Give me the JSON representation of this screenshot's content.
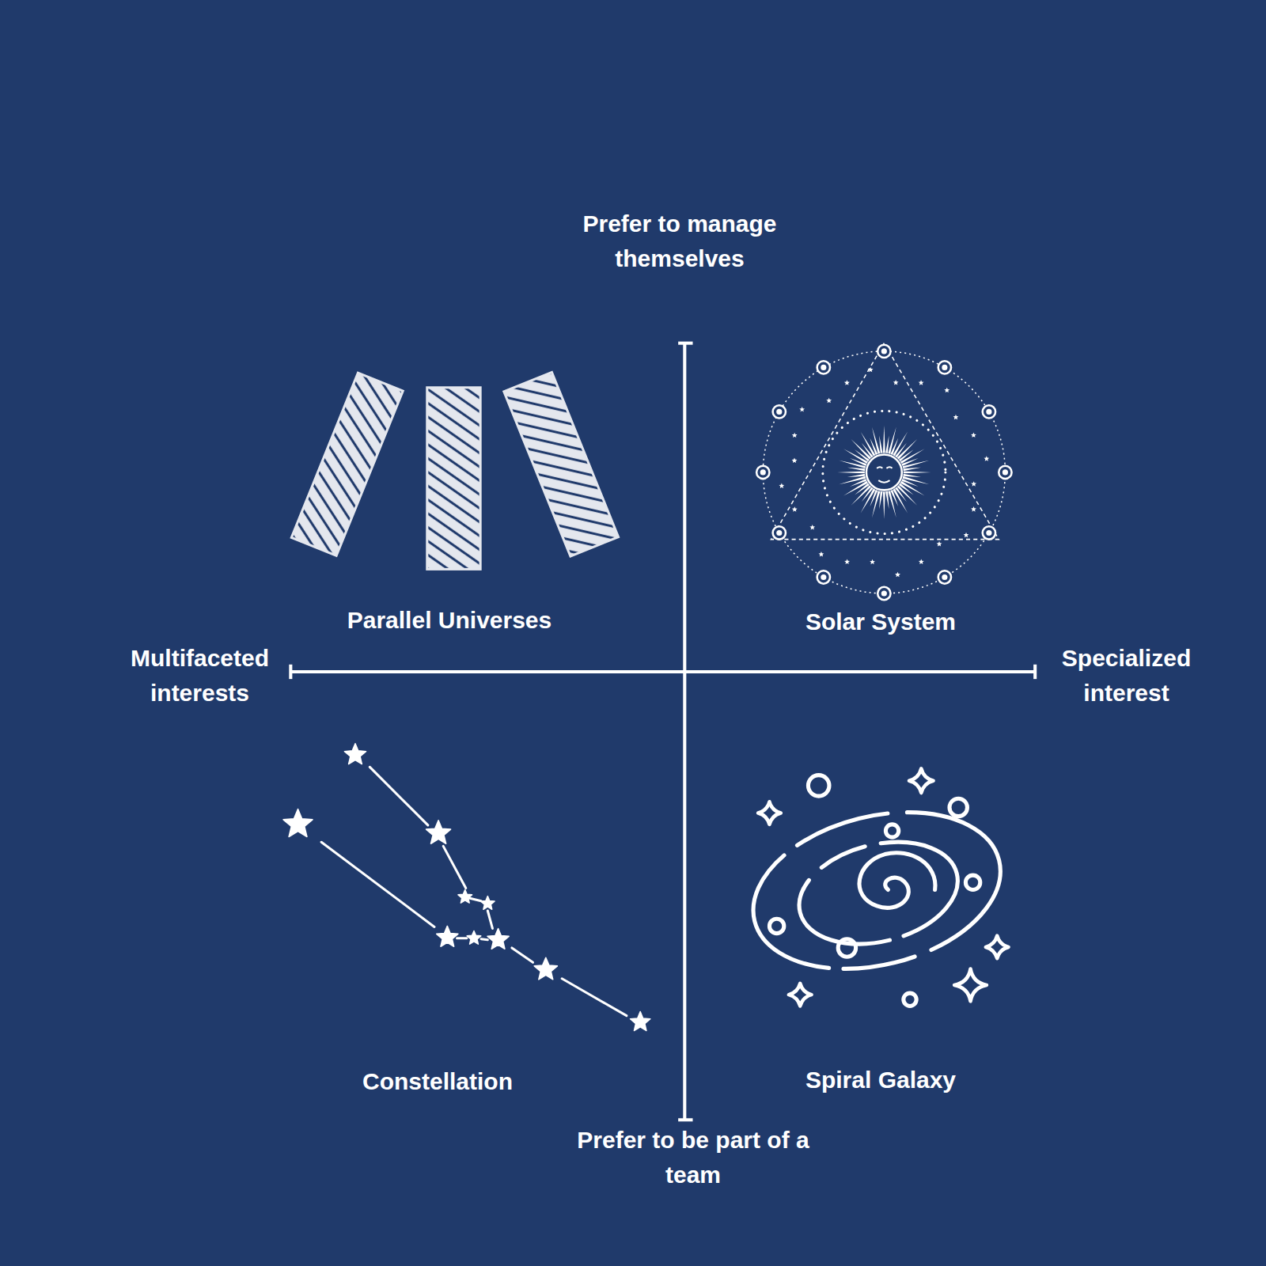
{
  "diagram": {
    "labels": [
      "Prefer to manage themselves",
      "Parallel Universes",
      "Solar System",
      "Multifaceted interests",
      "Specialized interest",
      "Constellation",
      "Spiral Galaxy",
      "Prefer to be part of a team"
    ]
  }
}
